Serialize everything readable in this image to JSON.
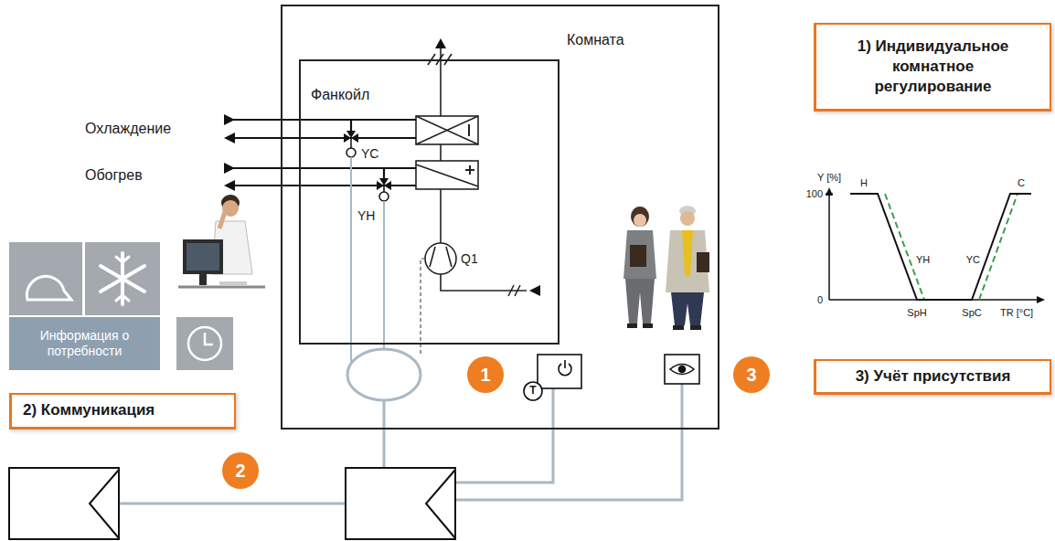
{
  "diagram": {
    "nodes": [
      {
        "text": [
          "Комната"
        ]
      },
      {
        "text": [
          "Фанкойл"
        ],
        "in": 0
      },
      {
        "text": [
          "1) Индивидуальное комнатное регулирование"
        ]
      },
      {
        "text": [
          "2) Коммуникация"
        ]
      },
      {
        "text": [
          "3) Учёт присутствия"
        ]
      },
      {
        "text": [
          "Информация о потребности"
        ]
      }
    ],
    "labels": [
      "Охлаждение",
      "Обогрев",
      "YC",
      "YH",
      "Q1",
      "T",
      "1",
      "2",
      "3",
      "Y [%]",
      "100",
      "0",
      "H",
      "YH",
      "YC",
      "C",
      "SpH",
      "SpC",
      "TR [°C]"
    ]
  }
}
